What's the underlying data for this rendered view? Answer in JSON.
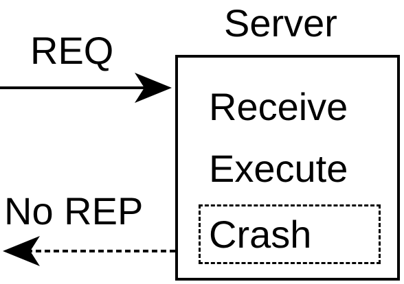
{
  "diagram": {
    "server": {
      "title": "Server",
      "steps": [
        "Receive",
        "Execute"
      ],
      "crash_step": "Crash"
    },
    "request": {
      "label": "REQ",
      "style": "solid",
      "direction": "into-server"
    },
    "response": {
      "label": "No REP",
      "style": "dashed",
      "direction": "out-of-server"
    },
    "colors": {
      "line": "#000000",
      "background": "#ffffff"
    }
  }
}
